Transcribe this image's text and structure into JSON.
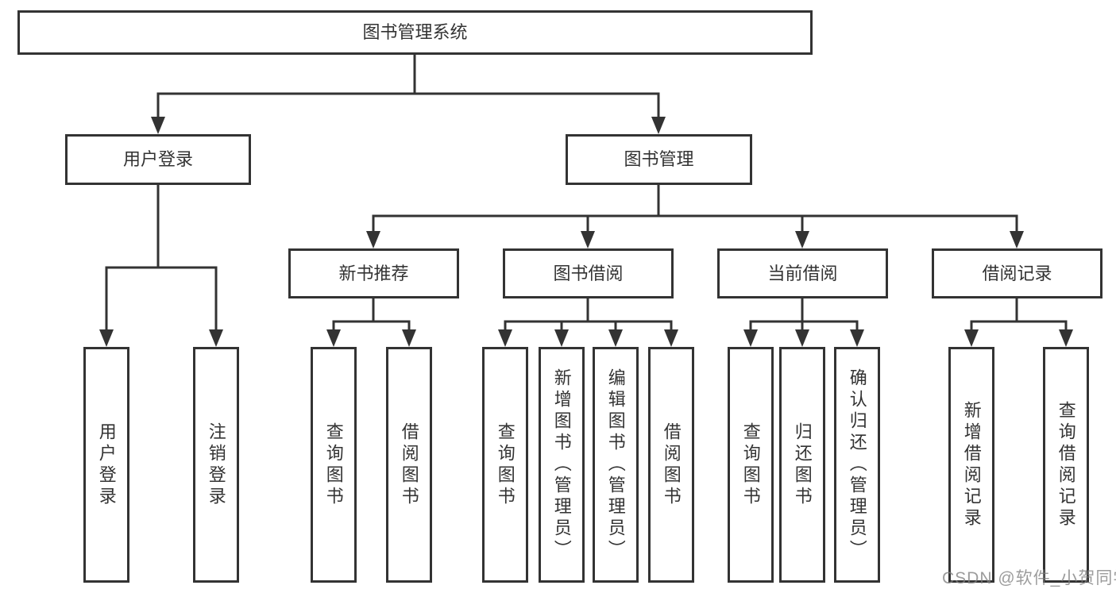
{
  "diagram": {
    "root": {
      "label": "图书管理系统"
    },
    "level2": [
      {
        "label": "用户登录",
        "children": [
          {
            "label": "用户登录"
          },
          {
            "label": "注销登录"
          }
        ]
      },
      {
        "label": "图书管理",
        "children": [
          {
            "label": "新书推荐",
            "children": [
              {
                "label": "查询图书"
              },
              {
                "label": "借阅图书"
              }
            ]
          },
          {
            "label": "图书借阅",
            "children": [
              {
                "label": "查询图书"
              },
              {
                "label": "新增图书（管理员）"
              },
              {
                "label": "编辑图书（管理员）"
              },
              {
                "label": "借阅图书"
              }
            ]
          },
          {
            "label": "当前借阅",
            "children": [
              {
                "label": "查询图书"
              },
              {
                "label": "归还图书"
              },
              {
                "label": "确认归还（管理员）"
              }
            ]
          },
          {
            "label": "借阅记录",
            "children": [
              {
                "label": "新增借阅记录"
              },
              {
                "label": "查询借阅记录"
              }
            ]
          }
        ]
      }
    ]
  },
  "watermark": {
    "text": "CSDN @软件_小贺同学"
  },
  "colors": {
    "line": "#333333",
    "box_border": "#333333",
    "box_background": "#ffffff",
    "text": "#333333",
    "watermark": "#808080",
    "background": "#ffffff"
  }
}
